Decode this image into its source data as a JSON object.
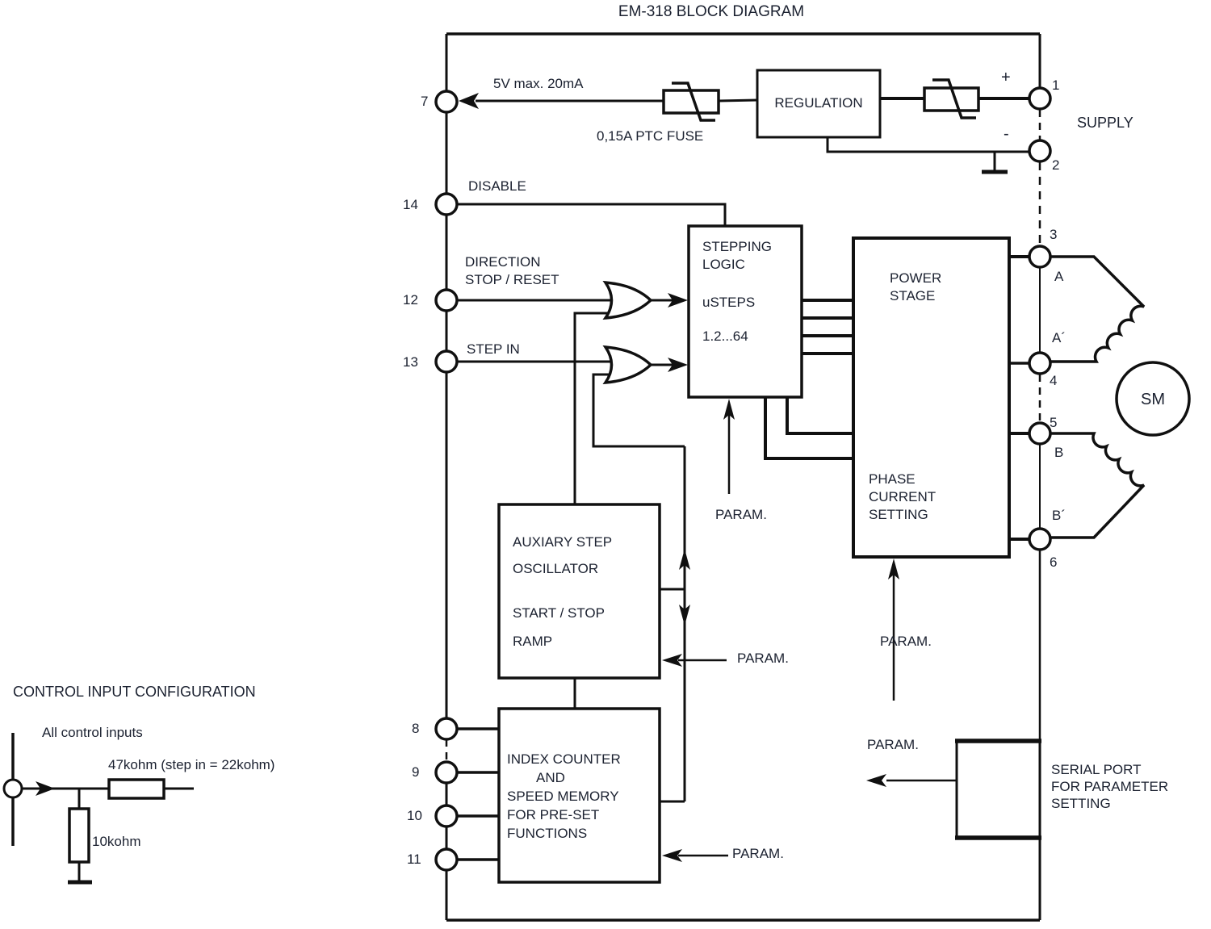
{
  "title": "EM-318 BLOCK DIAGRAM",
  "labels": {
    "param": "PARAM."
  },
  "supply": {
    "label": "SUPPLY",
    "plus": "+",
    "minus": "-",
    "pin1": "1",
    "pin2": "2"
  },
  "aux_output": {
    "pin7": "7",
    "note": "5V max. 20mA",
    "fuse_note": "0,15A PTC FUSE"
  },
  "regulation": {
    "label": "REGULATION"
  },
  "inputs": {
    "pin14": "14",
    "disable": "DISABLE",
    "pin12": "12",
    "direction": "DIRECTION",
    "stop_reset": "STOP / RESET",
    "pin13": "13",
    "step_in": "STEP IN"
  },
  "stepping_logic": {
    "l1": "STEPPING",
    "l2": "LOGIC",
    "l3": "uSTEPS",
    "l4": "1.2...64"
  },
  "power_stage": {
    "l1": "POWER",
    "l2": "STAGE",
    "l3": "PHASE",
    "l4": "CURRENT",
    "l5": "SETTING"
  },
  "oscillator": {
    "l1": "AUXIARY STEP",
    "l2": "OSCILLATOR",
    "l3": "START / STOP",
    "l4": "RAMP"
  },
  "index_counter": {
    "l1": "INDEX COUNTER",
    "l2": "AND",
    "l3": "SPEED MEMORY",
    "l4": "FOR PRE-SET",
    "l5": "FUNCTIONS",
    "pin8": "8",
    "pin9": "9",
    "pin10": "10",
    "pin11": "11"
  },
  "motor": {
    "pin3": "3",
    "phase_a": "A",
    "phase_a_prime": "A´",
    "pin4": "4",
    "pin5": "5",
    "phase_b": "B",
    "phase_b_prime": "B´",
    "pin6": "6",
    "sm": "SM"
  },
  "serial_port": {
    "l1": "SERIAL PORT",
    "l2": "FOR PARAMETER",
    "l3": "SETTING"
  },
  "control_config": {
    "title": "CONTROL INPUT CONFIGURATION",
    "subtitle": "All control inputs",
    "resistor_series": "47kohm (step in = 22kohm)",
    "resistor_shunt": "10kohm"
  },
  "colors": {
    "line": "#101010",
    "text": "#1b2130",
    "background": "#ffffff"
  }
}
